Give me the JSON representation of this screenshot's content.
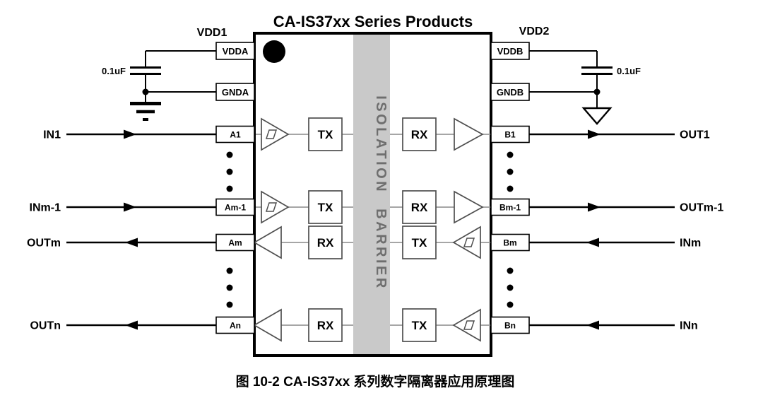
{
  "figure": {
    "title": "CA-IS37xx Series Products",
    "caption": "图 10-2 CA-IS37xx 系列数字隔离器应用原理图",
    "barrier_label": "ISOLATION BARRIER"
  },
  "supplies": {
    "left": {
      "rail_label": "VDD1",
      "cap_value": "0.1uF",
      "vdd_pin": "VDDA",
      "gnd_pin": "GNDA"
    },
    "right": {
      "rail_label": "VDD2",
      "cap_value": "0.1uF",
      "vdd_pin": "VDDB",
      "gnd_pin": "GNDB"
    }
  },
  "channels": [
    {
      "left_label": "IN1",
      "left_pin": "A1",
      "left_block": "TX",
      "right_block": "RX",
      "right_pin": "B1",
      "right_label": "OUT1",
      "direction": "left-to-right"
    },
    {
      "left_label": "INm-1",
      "left_pin": "Am-1",
      "left_block": "TX",
      "right_block": "RX",
      "right_pin": "Bm-1",
      "right_label": "OUTm-1",
      "direction": "left-to-right"
    },
    {
      "left_label": "OUTm",
      "left_pin": "Am",
      "left_block": "RX",
      "right_block": "TX",
      "right_pin": "Bm",
      "right_label": "INm",
      "direction": "right-to-left"
    },
    {
      "left_label": "OUTn",
      "left_pin": "An",
      "left_block": "RX",
      "right_block": "TX",
      "right_pin": "Bn",
      "right_label": "INn",
      "direction": "right-to-left"
    }
  ],
  "colors": {
    "wire": "#000000",
    "inner_stroke": "#4f4f4f",
    "inner_wire": "#9a9a9a",
    "barrier_fill": "#c9c9c9",
    "barrier_text": "#6e6e6e",
    "background": "#ffffff"
  }
}
